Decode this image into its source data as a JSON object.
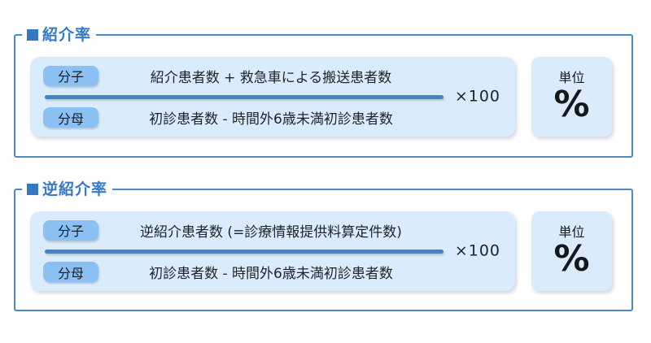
{
  "sections": [
    {
      "title": "紹介率",
      "numerator_label": "分子",
      "numerator": "紹介患者数 + 救急車による搬送患者数",
      "denominator_label": "分母",
      "denominator": "初診患者数 - 時間外6歳未満初診患者数",
      "multiplier": "×100",
      "unit_label": "単位",
      "unit_value": "%"
    },
    {
      "title": "逆紹介率",
      "numerator_label": "分子",
      "numerator": "逆紹介患者数 (=診療情報提供料算定件数)",
      "denominator_label": "分母",
      "denominator": "初診患者数 - 時間外6歳未満初診患者数",
      "multiplier": "×100",
      "unit_label": "単位",
      "unit_value": "%"
    }
  ],
  "colors": {
    "accent_blue": "#3579c4",
    "border_blue": "#4c8ac6",
    "panel_bg": "#daecfb",
    "badge_bg": "#8bc1f2",
    "fraction_bar": "#4285c6",
    "text_dark": "#20242a"
  }
}
